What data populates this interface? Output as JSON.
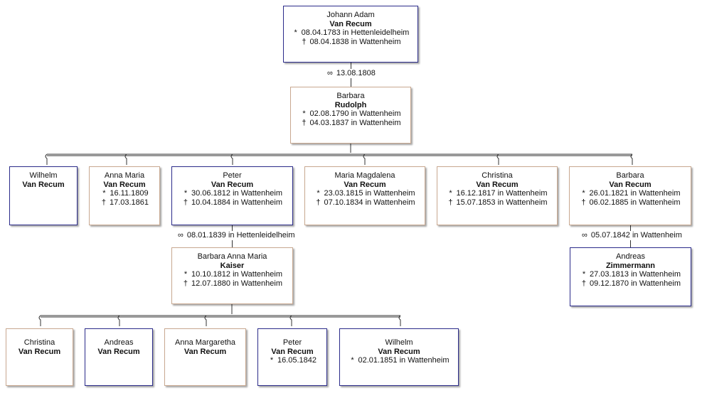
{
  "birth_symbol": "*",
  "death_symbol": "†",
  "marriage_symbol": "∞",
  "persons": {
    "johann_adam": {
      "given": "Johann Adam",
      "surname": "Van Recum",
      "born": "08.04.1783 in Hettenleidelheim",
      "died": "08.04.1838 in Wattenheim",
      "sex": "male"
    },
    "barbara_rudolph": {
      "given": "Barbara",
      "surname": "Rudolph",
      "born": "02.08.1790 in Wattenheim",
      "died": "04.03.1837 in Wattenheim",
      "sex": "female"
    },
    "wilhelm_1": {
      "given": "Wilhelm",
      "surname": "Van Recum",
      "sex": "male"
    },
    "anna_maria": {
      "given": "Anna Maria",
      "surname": "Van Recum",
      "born": "16.11.1809",
      "died": "17.03.1861",
      "sex": "female"
    },
    "peter_1": {
      "given": "Peter",
      "surname": "Van Recum",
      "born": "30.06.1812 in Wattenheim",
      "died": "10.04.1884 in Wattenheim",
      "sex": "male"
    },
    "maria_magdalena": {
      "given": "Maria Magdalena",
      "surname": "Van Recum",
      "born": "23.03.1815 in Wattenheim",
      "died": "07.10.1834 in Wattenheim",
      "sex": "female"
    },
    "christina_1": {
      "given": "Christina",
      "surname": "Van Recum",
      "born": "16.12.1817 in Wattenheim",
      "died": "15.07.1853 in Wattenheim",
      "sex": "female"
    },
    "barbara_2": {
      "given": "Barbara",
      "surname": "Van Recum",
      "born": "26.01.1821 in Wattenheim",
      "died": "06.02.1885 in Wattenheim",
      "sex": "female"
    },
    "barbara_kaiser": {
      "given": "Barbara Anna Maria",
      "surname": "Kaiser",
      "born": "10.10.1812 in Wattenheim",
      "died": "12.07.1880 in Wattenheim",
      "sex": "female"
    },
    "andreas_zimmermann": {
      "given": "Andreas",
      "surname": "Zimmermann",
      "born": "27.03.1813 in Wattenheim",
      "died": "09.12.1870 in Wattenheim",
      "sex": "male"
    },
    "christina_2": {
      "given": "Christina",
      "surname": "Van Recum",
      "sex": "female"
    },
    "andreas_2": {
      "given": "Andreas",
      "surname": "Van Recum",
      "sex": "male"
    },
    "anna_margaretha": {
      "given": "Anna Margaretha",
      "surname": "Van Recum",
      "sex": "female"
    },
    "peter_2": {
      "given": "Peter",
      "surname": "Van Recum",
      "born": "16.05.1842",
      "sex": "male"
    },
    "wilhelm_2": {
      "given": "Wilhelm",
      "surname": "Van Recum",
      "born": "02.01.1851 in Wattenheim",
      "sex": "male"
    }
  },
  "marriages": {
    "m1": "13.08.1808",
    "m2": "08.01.1839 in Hettenleidelheim",
    "m3": "05.07.1842 in Wattenheim"
  }
}
